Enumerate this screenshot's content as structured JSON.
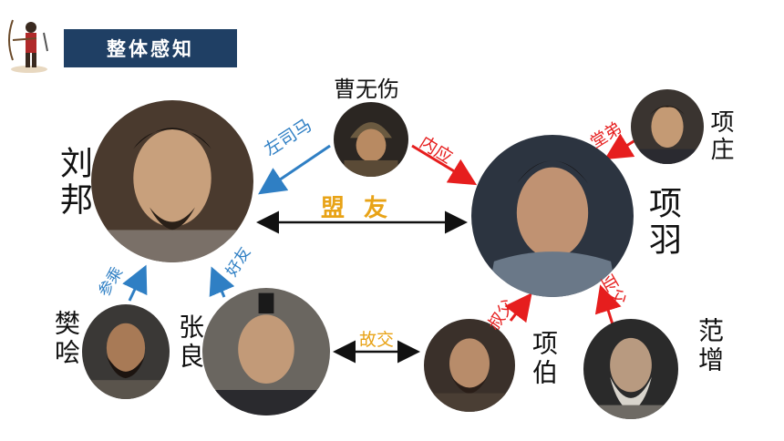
{
  "header": {
    "title": "整体感知"
  },
  "people": {
    "liubang": "刘邦",
    "xiangyu": "项羽",
    "caowushang": "曹无伤",
    "xiangzhuang": "项庄",
    "fankuai": "樊哙",
    "zhangliang": "张良",
    "xiangbo": "项伯",
    "fanzeng": "范增"
  },
  "relations": {
    "zuosima": "左司马",
    "neiying": "内应",
    "tangdi": "堂弟",
    "mengyou": "盟 友",
    "canmcheng": "参乘",
    "haoyou": "好友",
    "gujiao": "故交",
    "shufu": "叔父",
    "yafu": "亚父"
  },
  "colors": {
    "blue": "#2f7fc4",
    "red": "#e61e1e",
    "gold": "#e8a317",
    "title_bg": "#1f3f64"
  }
}
